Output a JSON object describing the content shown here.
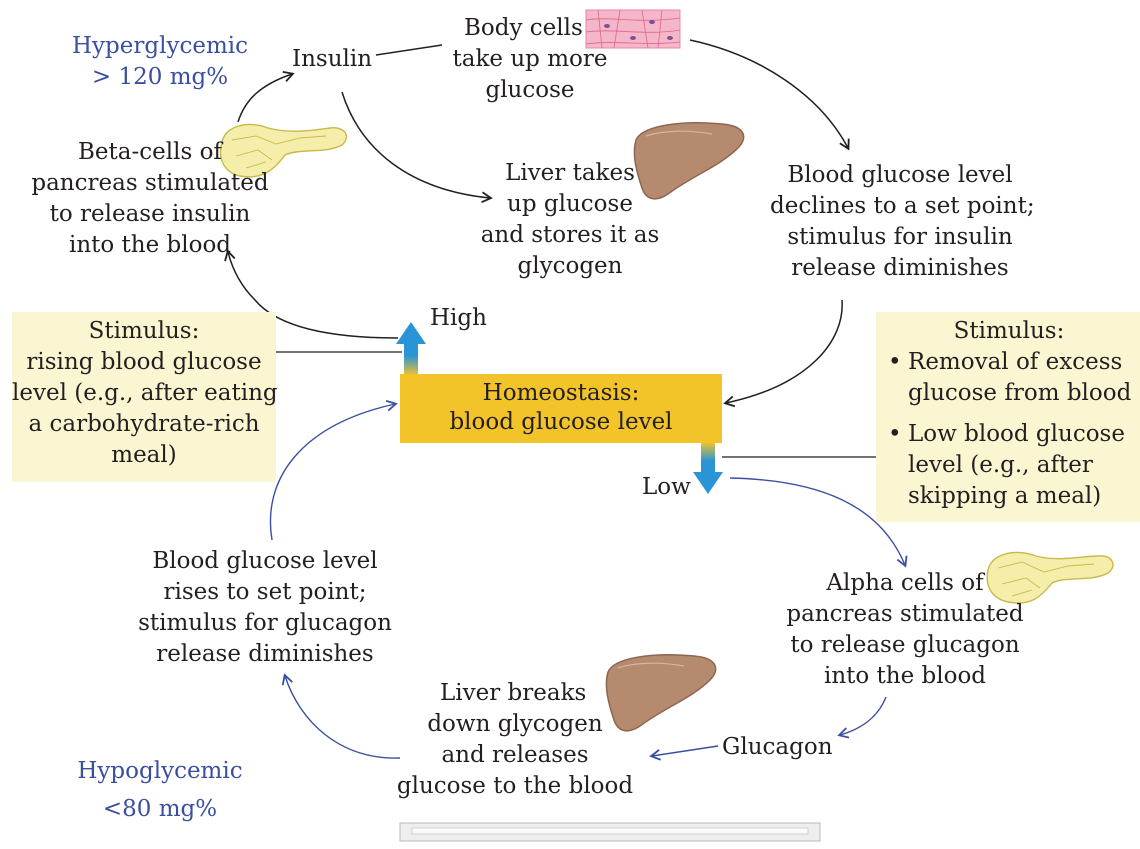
{
  "thresholds": {
    "hyper": [
      "Hyperglycemic",
      "> 120 mg%"
    ],
    "hypo": [
      "Hypoglycemic",
      "<80 mg%"
    ]
  },
  "labels": {
    "insulin": "Insulin",
    "glucagon": "Glucagon",
    "high": "High",
    "low": "Low"
  },
  "steps": {
    "body_cells": [
      "Body cells",
      "take up more",
      "glucose"
    ],
    "beta_cells": [
      "Beta-cells of",
      "pancreas stimulated",
      "to release insulin",
      "into the blood"
    ],
    "liver_takes": [
      "Liver takes",
      "up glucose",
      "and stores it as",
      "glycogen"
    ],
    "declines": [
      "Blood glucose level",
      "declines to a set point;",
      "stimulus for insulin",
      "release diminishes"
    ],
    "rises": [
      "Blood glucose level",
      "rises to set point;",
      "stimulus for glucagon",
      "release diminishes"
    ],
    "alpha_cells": [
      "Alpha cells of",
      "pancreas stimulated",
      "to release glucagon",
      "into the blood"
    ],
    "liver_breaks": [
      "Liver breaks",
      "down glycogen",
      "and releases",
      "glucose to the blood"
    ]
  },
  "homeostasis": [
    "Homeostasis:",
    "blood glucose level"
  ],
  "stimulus_left": {
    "title": "Stimulus:",
    "lines": [
      "rising blood glucose",
      "level (e.g., after eating",
      "a carbohydrate-rich",
      "meal)"
    ]
  },
  "stimulus_right": {
    "title": "Stimulus:",
    "bullet_symbol": "•",
    "bullet1": [
      "Removal of excess",
      "glucose from blood"
    ],
    "bullet2": [
      "Low blood glucose",
      "level (e.g., after",
      "skipping a meal)"
    ]
  },
  "colors": {
    "stimulus_box": "#fbf6d2",
    "homeostasis_box": "#f2c42a",
    "threshold_text": "#3b4fa0",
    "insulin_arrows": "#231f20",
    "glucagon_arrows": "#3b4fa0",
    "high_low_arrow": "#2a95d6",
    "liver": "#b58a6e",
    "pancreas": "#f5eeaa",
    "body_cells_tissue": "#f4b6c8"
  },
  "icons": [
    "pancreas-icon",
    "liver-icon",
    "body-cells-icon"
  ]
}
